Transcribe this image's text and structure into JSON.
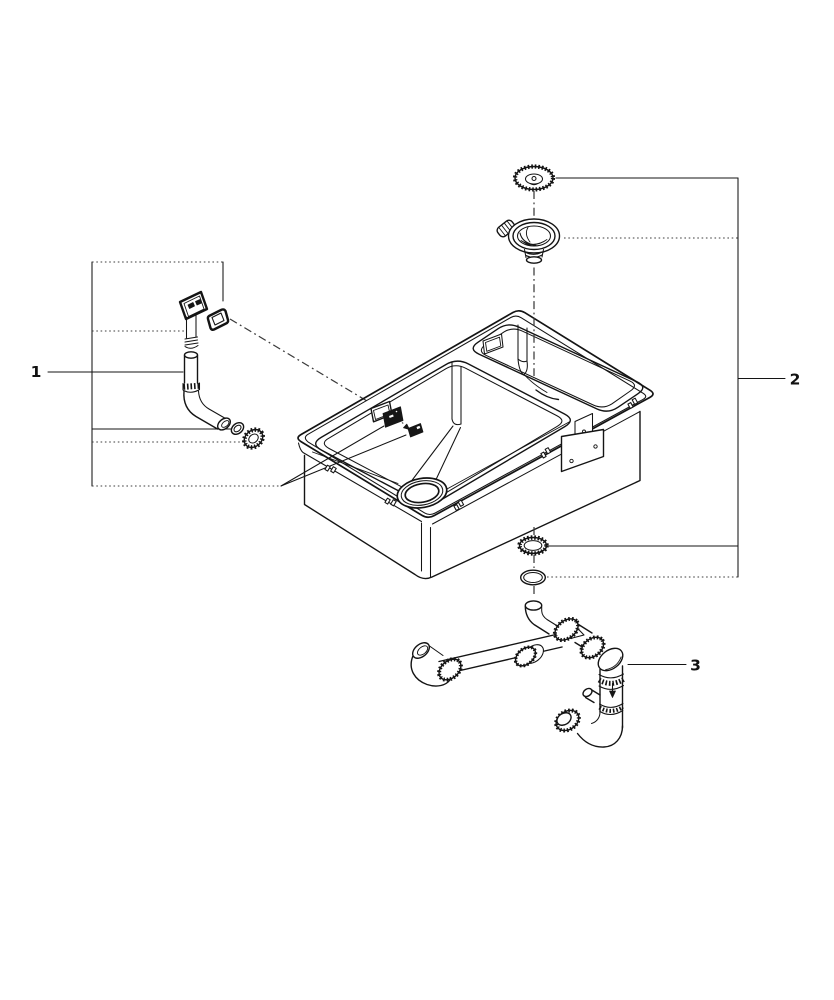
{
  "diagram": {
    "kind": "exploded-parts-diagram",
    "background_color": "#ffffff",
    "line_color": "#141414",
    "callouts": [
      {
        "number": "1"
      },
      {
        "number": "2"
      },
      {
        "number": "3"
      }
    ]
  }
}
